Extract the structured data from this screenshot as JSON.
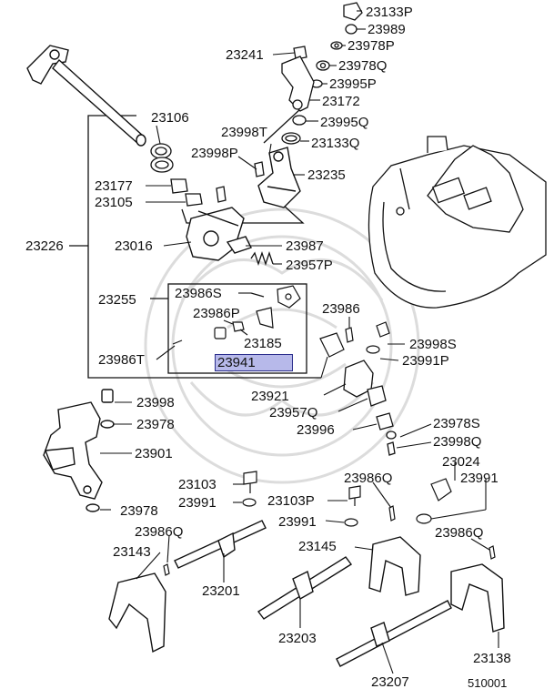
{
  "colors": {
    "ink": "#111111",
    "highlight_fill": "#b7b9ea",
    "highlight_border": "#2b2e8c",
    "watermark": "#dcdcdc"
  },
  "labels": {
    "p23133P": "23133P",
    "p23989": "23989",
    "p23978P": "23978P",
    "p23241": "23241",
    "p23978Q": "23978Q",
    "p23995P": "23995P",
    "p23172": "23172",
    "p23106": "23106",
    "p23998T": "23998T",
    "p23995Q": "23995Q",
    "p23133Q": "23133Q",
    "p23998P": "23998P",
    "p23235": "23235",
    "p23177": "23177",
    "p23105": "23105",
    "p23226": "23226",
    "p23016": "23016",
    "p23987": "23987",
    "p23957P": "23957P",
    "p23255": "23255",
    "p23986S": "23986S",
    "p23986P": "23986P",
    "p23986": "23986",
    "p23185": "23185",
    "p23986T": "23986T",
    "p23941": "23941",
    "p23998S": "23998S",
    "p23991P": "23991P",
    "p23921": "23921",
    "p23998": "23998",
    "p23957Q": "23957Q",
    "p23978": "23978",
    "p23996": "23996",
    "p23978S": "23978S",
    "p23998Q": "23998Q",
    "p23901": "23901",
    "p23024": "23024",
    "p23103": "23103",
    "p23986Q_a": "23986Q",
    "p23991_a": "23991",
    "p23991_b": "23991",
    "p23103P": "23103P",
    "p23991_c": "23991",
    "p23978_b": "23978",
    "p23986Q_b": "23986Q",
    "p23986Q_c": "23986Q",
    "p23143": "23143",
    "p23145": "23145",
    "p23201": "23201",
    "p23203": "23203",
    "p23138": "23138",
    "p23207": "23207",
    "p510001": "510001"
  }
}
